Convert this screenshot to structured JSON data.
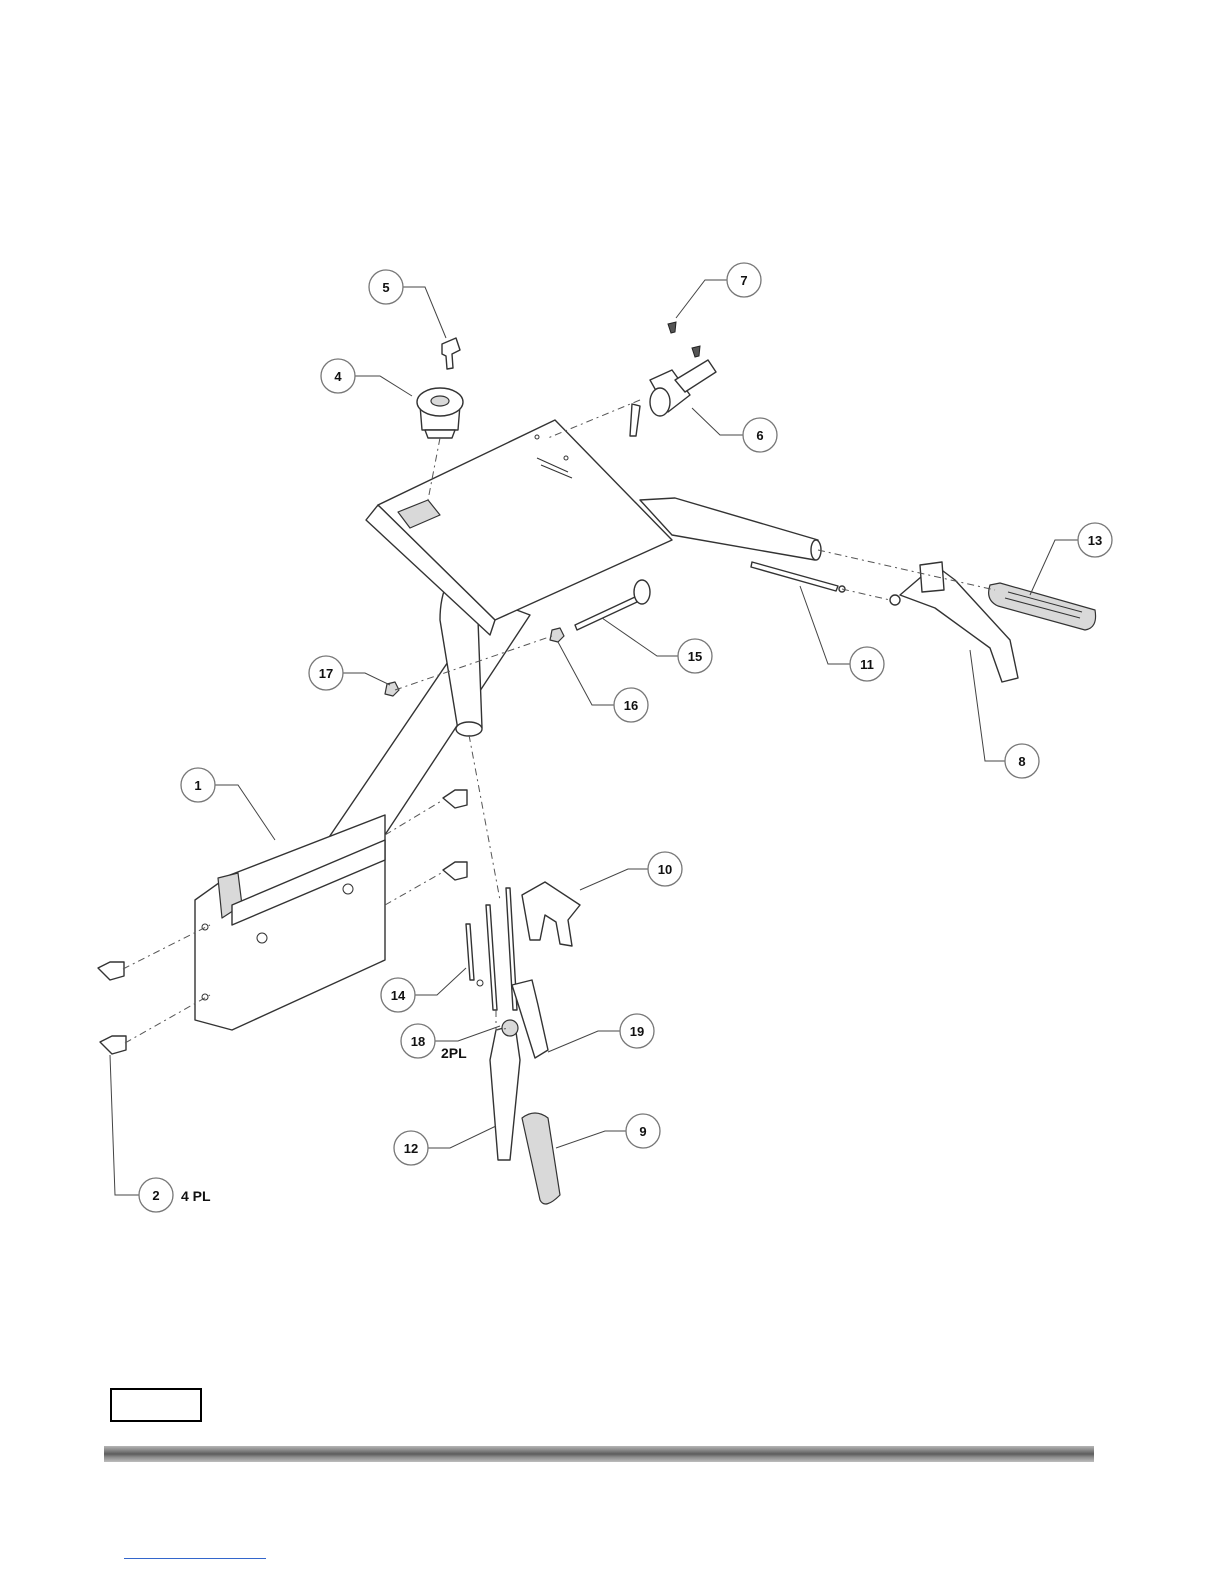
{
  "diagram": {
    "callouts": [
      {
        "num": "1",
        "note": ""
      },
      {
        "num": "2",
        "note": "4 PL"
      },
      {
        "num": "4",
        "note": ""
      },
      {
        "num": "5",
        "note": ""
      },
      {
        "num": "6",
        "note": ""
      },
      {
        "num": "7",
        "note": ""
      },
      {
        "num": "8",
        "note": ""
      },
      {
        "num": "9",
        "note": ""
      },
      {
        "num": "10",
        "note": ""
      },
      {
        "num": "11",
        "note": ""
      },
      {
        "num": "12",
        "note": ""
      },
      {
        "num": "13",
        "note": ""
      },
      {
        "num": "14",
        "note": ""
      },
      {
        "num": "15",
        "note": ""
      },
      {
        "num": "16",
        "note": ""
      },
      {
        "num": "17",
        "note": ""
      },
      {
        "num": "18",
        "note": "2PL"
      },
      {
        "num": "19",
        "note": ""
      }
    ]
  },
  "colors": {
    "line": "#333333",
    "footer_rule": "#7a7a7a",
    "link": "#3366cc"
  }
}
